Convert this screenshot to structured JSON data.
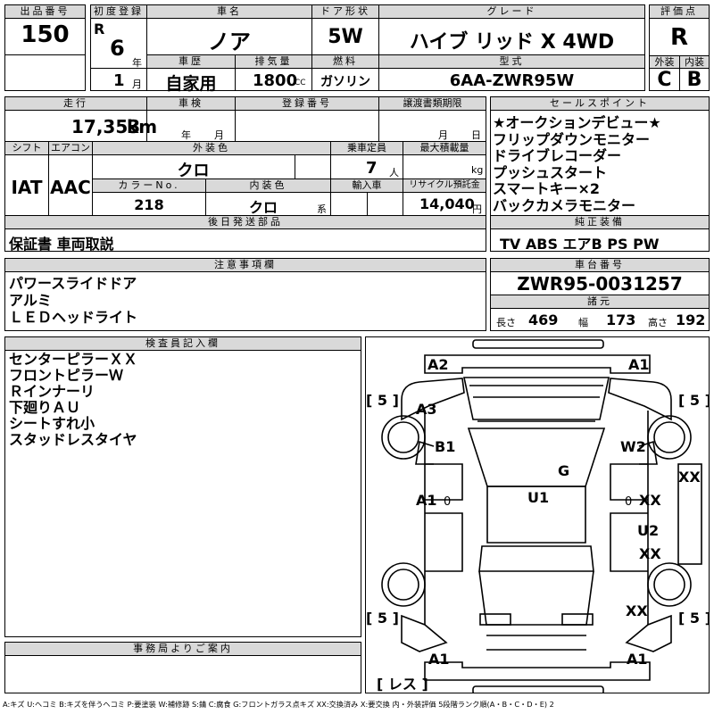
{
  "header": {
    "lot_no_label": "出品番号",
    "lot_no": "150",
    "first_reg_label": "初度登録",
    "era": "R",
    "year": "6",
    "year_unit": "年",
    "month": "1",
    "month_unit": "月",
    "car_name_label": "車名",
    "car_name": "ノア",
    "door_label": "ドア形状",
    "door": "5W",
    "grade_label": "グレード",
    "grade": "ハイブ リッド X 4WD",
    "score_label": "評価点",
    "score": "R",
    "history_label": "車歴",
    "history": "自家用",
    "displacement_label": "排気量",
    "displacement": "1800",
    "displacement_unit": "CC",
    "fuel_label": "燃料",
    "fuel": "ガソリン",
    "model_label": "型式",
    "model": "6AA-ZWR95W",
    "exterior_label": "外装",
    "exterior": "C",
    "interior_label": "内装",
    "interior": "B"
  },
  "row2": {
    "mileage_label": "走行",
    "mileage": "17,353",
    "mileage_unit": "km",
    "inspection_label": "車検",
    "inspection_year_unit": "年",
    "inspection_month_unit": "月",
    "reg_no_label": "登録番号",
    "transfer_label": "譲渡書類期限",
    "transfer_month_unit": "月",
    "transfer_day_unit": "日",
    "shift_label": "シフト",
    "shift": "IAT",
    "ac_label": "エアコン",
    "ac": "AAC",
    "ext_color_label": "外装色",
    "ext_color": "クロ",
    "capacity_label": "乗車定員",
    "capacity": "7",
    "capacity_unit": "人",
    "max_load_label": "最大積載量",
    "max_load_unit": "kg",
    "color_no_label": "カラーNo.",
    "color_no": "218",
    "int_color_label": "内装色",
    "int_color": "クロ",
    "int_color_unit": "系",
    "import_label": "輸入車",
    "recycle_label": "リサイクル預託金",
    "recycle": "14,040",
    "recycle_unit": "円",
    "later_parts_label": "後日発送部品",
    "later_parts": "保証書 車両取説"
  },
  "sales_points": {
    "label": "セールスポイント",
    "items": [
      "★オークションデビュー★",
      "フリップダウンモニター",
      "ドライブレコーダー",
      "プッシュスタート",
      "スマートキー×2",
      "バックカメラモニター"
    ]
  },
  "equipment": {
    "label": "純正装備",
    "items": "TV ABS エアB PS PW"
  },
  "notes": {
    "label": "注意事項欄",
    "items": [
      "パワースライドドア",
      "アルミ",
      "ＬＥＤヘッドライト"
    ]
  },
  "chassis": {
    "label": "車台番号",
    "number": "ZWR95-0031257",
    "specs_label": "諸元",
    "length_label": "長さ",
    "length": "469",
    "width_label": "幅",
    "width": "173",
    "height_label": "高さ",
    "height": "192"
  },
  "inspector": {
    "label": "検査員記入欄",
    "items": [
      "センターピラーＸＸ",
      "フロントピラーＷ",
      "Ｒインナーリ",
      "下廻りＡＵ",
      "シートすれ小",
      "スタッドレスタイヤ"
    ]
  },
  "diagram": {
    "tire_label": "[ 5 ]",
    "spare_label": "[ レス ]",
    "marks": [
      "A2",
      "A1",
      "A3",
      "B1",
      "W2",
      "G",
      "U1",
      "A1",
      "XX",
      "XX",
      "U2",
      "XX",
      "XX",
      "A1",
      "A1",
      "0",
      "0"
    ]
  },
  "office": {
    "label": "事務局よりご案内"
  },
  "legend": "A:キズ U:ヘコミ B:キズを伴うヘコミ P:要塗装 W:補修跡 S:錆 C:腐食 G:フロントガラス点キズ XX:交換済み X:要交換 内・外装評価 5段階ランク順(A・B・C・D・E) 2"
}
